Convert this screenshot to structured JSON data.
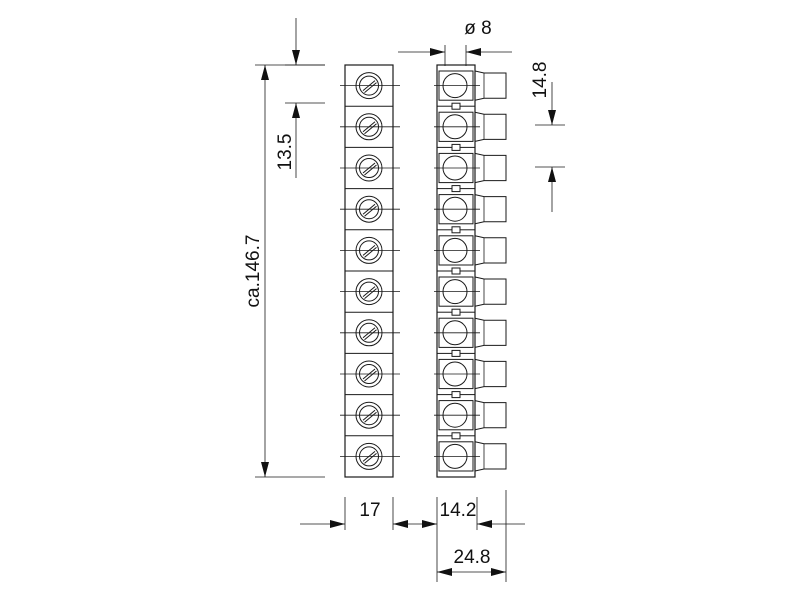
{
  "dimensions": {
    "total_length": "ca.146.7",
    "pitch_front": "13.5",
    "pitch_side": "14.8",
    "diameter": "ø 8",
    "width_front": "17",
    "width_side_body": "14.2",
    "width_side_total": "24.8"
  },
  "terminal": {
    "poles": 10
  },
  "colors": {
    "line": "#1a1a1a",
    "background": "#ffffff"
  }
}
